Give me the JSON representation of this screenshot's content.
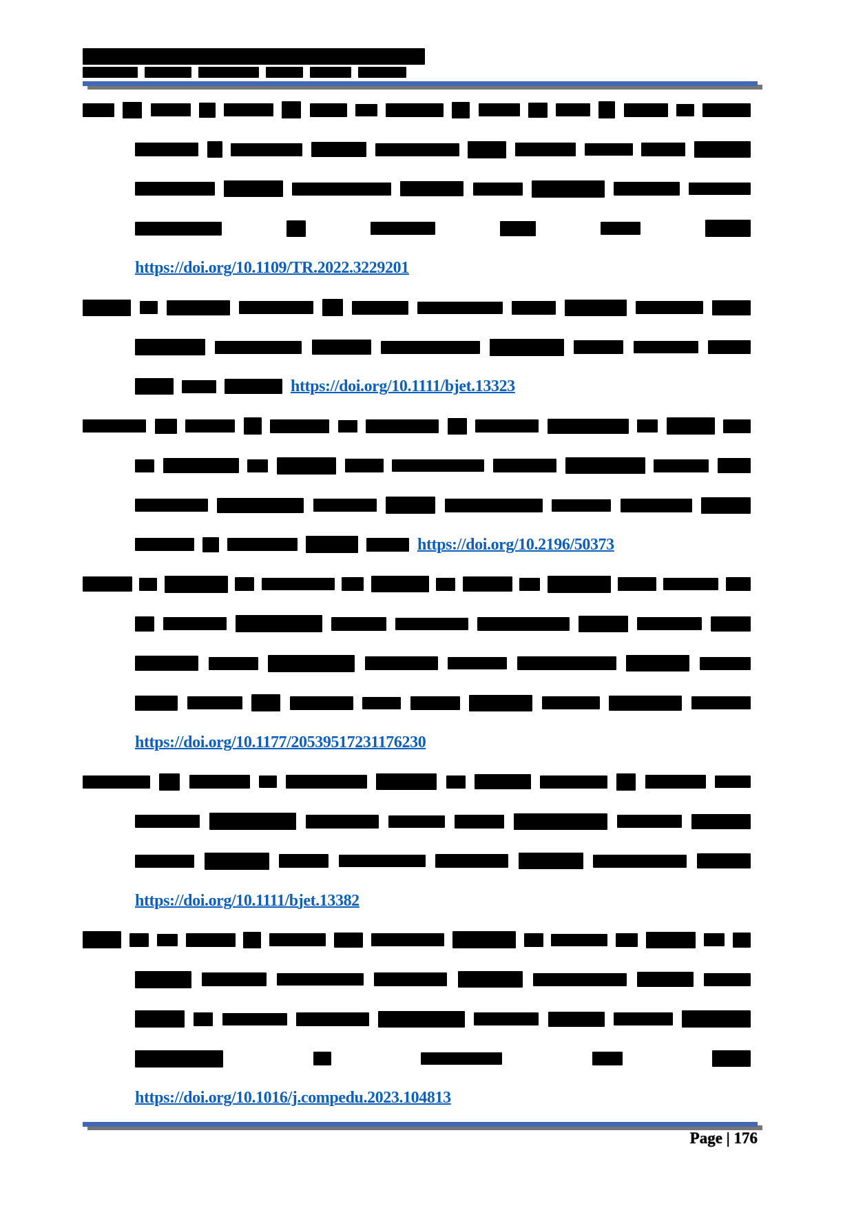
{
  "colors": {
    "link_blue": "#0d5fbe",
    "rule_blue": "#4268b3",
    "rule_shadow_gray": "#767676",
    "text_black": "#000000"
  },
  "header": {
    "note": "two illegible bold title lines above blue rule",
    "lines": [
      {
        "height": 24,
        "widths": [
          497
        ]
      },
      {
        "height": 16,
        "widths": [
          80,
          68,
          88,
          54,
          60,
          70
        ]
      }
    ]
  },
  "references": [
    {
      "doi_link": "https://doi.org/10.1109/TR.2022.3229201",
      "lines": [
        {
          "type": "just",
          "indent": false,
          "widths": [
            46,
            28,
            58,
            24,
            72,
            28,
            54,
            32,
            84,
            26,
            60,
            28,
            50,
            24,
            64,
            26,
            70
          ]
        },
        {
          "type": "just",
          "indent": true,
          "widths": [
            92,
            22,
            104,
            80,
            122,
            56,
            88,
            70,
            64,
            82
          ]
        },
        {
          "type": "just",
          "indent": true,
          "widths": [
            116,
            86,
            144,
            92,
            72,
            106,
            96,
            90
          ]
        },
        {
          "type": "just",
          "indent": true,
          "widths": [
            126,
            28,
            94,
            52,
            58,
            66
          ]
        },
        {
          "type": "link",
          "indent": true,
          "widths": []
        }
      ]
    },
    {
      "doi_link": "https://doi.org/10.1111/bjet.13323",
      "lines": [
        {
          "type": "just",
          "indent": false,
          "widths": [
            70,
            26,
            92,
            108,
            30,
            82,
            124,
            64,
            90,
            98,
            56
          ]
        },
        {
          "type": "just",
          "indent": true,
          "widths": [
            102,
            126,
            86,
            144,
            108,
            72,
            94,
            62
          ]
        },
        {
          "type": "link",
          "indent": true,
          "widths": [
            56,
            50,
            84
          ]
        }
      ]
    },
    {
      "doi_link": "https://doi.org/10.2196/50373",
      "lines": [
        {
          "type": "just",
          "indent": false,
          "widths": [
            92,
            32,
            72,
            26,
            86,
            28,
            106,
            28,
            92,
            118,
            30,
            70,
            40
          ]
        },
        {
          "type": "just",
          "indent": true,
          "widths": [
            28,
            110,
            30,
            86,
            56,
            134,
            92,
            116,
            80,
            48
          ]
        },
        {
          "type": "just",
          "indent": true,
          "widths": [
            106,
            126,
            92,
            72,
            142,
            86,
            104,
            72
          ]
        },
        {
          "type": "link",
          "indent": true,
          "widths": [
            86,
            24,
            102,
            76,
            62
          ]
        }
      ]
    },
    {
      "doi_link": "https://doi.org/10.1177/20539517231176230",
      "lines": [
        {
          "type": "just",
          "indent": false,
          "widths": [
            72,
            26,
            92,
            28,
            106,
            32,
            84,
            28,
            72,
            30,
            92,
            56,
            80,
            36
          ]
        },
        {
          "type": "just",
          "indent": true,
          "widths": [
            28,
            92,
            126,
            80,
            106,
            134,
            72,
            94,
            58
          ]
        },
        {
          "type": "just",
          "indent": true,
          "widths": [
            92,
            72,
            126,
            106,
            86,
            144,
            92,
            74
          ]
        },
        {
          "type": "just",
          "indent": true,
          "widths": [
            62,
            80,
            42,
            92,
            56,
            72,
            92,
            84,
            106,
            86
          ]
        },
        {
          "type": "link",
          "indent": true,
          "widths": []
        }
      ]
    },
    {
      "doi_link": "https://doi.org/10.1111/bjet.13382",
      "lines": [
        {
          "type": "just",
          "indent": false,
          "widths": [
            98,
            30,
            88,
            26,
            118,
            88,
            28,
            82,
            98,
            28,
            88,
            52
          ]
        },
        {
          "type": "just",
          "indent": true,
          "widths": [
            94,
            126,
            106,
            82,
            72,
            136,
            94,
            86
          ]
        },
        {
          "type": "just",
          "indent": true,
          "widths": [
            86,
            94,
            72,
            126,
            106,
            94,
            136,
            78
          ]
        },
        {
          "type": "link",
          "indent": true,
          "widths": []
        }
      ]
    },
    {
      "doi_link": "https://doi.org/10.1016/j.compedu.2023.104813",
      "lines": [
        {
          "type": "just",
          "indent": false,
          "widths": [
            56,
            28,
            30,
            72,
            26,
            82,
            42,
            106,
            92,
            28,
            82,
            32,
            72,
            30,
            26
          ]
        },
        {
          "type": "just",
          "indent": true,
          "widths": [
            82,
            94,
            126,
            106,
            94,
            136,
            82,
            68
          ]
        },
        {
          "type": "just",
          "indent": true,
          "widths": [
            72,
            28,
            94,
            106,
            126,
            94,
            82,
            86,
            100
          ]
        },
        {
          "type": "just",
          "indent": true,
          "widths": [
            128,
            26,
            118,
            44,
            56
          ]
        },
        {
          "type": "link",
          "indent": true,
          "widths": []
        }
      ]
    }
  ],
  "footer": {
    "page_label": "Page | 176"
  }
}
